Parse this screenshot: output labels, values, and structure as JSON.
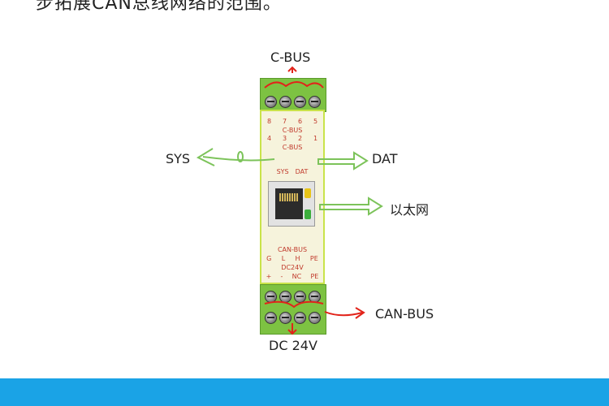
{
  "header": {
    "text": "步拓展CAN总线网络的范围。"
  },
  "labels": {
    "cbus": "C-BUS",
    "sys": "SYS",
    "dat": "DAT",
    "ethernet": "以太网",
    "canbus": "CAN-BUS",
    "dc24v": "DC 24V"
  },
  "device": {
    "top_numbers_row1": [
      "8",
      "7",
      "6",
      "5"
    ],
    "top_bus_label_1": "C-BUS",
    "top_numbers_row2": [
      "4",
      "3",
      "2",
      "1"
    ],
    "top_bus_label_2": "C-BUS",
    "led_labels": [
      "SYS",
      "DAT"
    ],
    "bottom_bus_label": "CAN-BUS",
    "bottom_pins_row1": [
      "G",
      "L",
      "H",
      "PE"
    ],
    "power_label": "DC24V",
    "bottom_pins_row2": [
      "+",
      "-",
      "NC",
      "PE"
    ]
  },
  "colors": {
    "footer": "#1aa3e6",
    "terminal": "#7dc242",
    "arrow_green": "#7cc35a",
    "arrow_red": "#e2231a"
  }
}
